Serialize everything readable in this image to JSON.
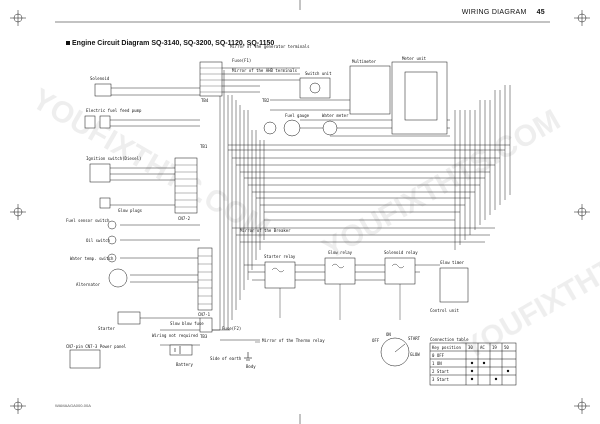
{
  "header": {
    "section": "WIRING DIAGRAM",
    "page": "45"
  },
  "title": "Engine Circuit Diagram SQ-3140, SQ-3200, SQ-1120, SQ-1150",
  "footer": "WAMAAGA000-00A",
  "watermark": "YOUFIXTHTS.COM",
  "components": {
    "solenoid": "Solenoid",
    "fuel_pump": "Electric fuel feed pump",
    "ignition": "Ignition switch(Diesel)",
    "glow_plug": "Glow plugs",
    "fuel_sensor": "Fuel sensor switch",
    "oil_switch": "Oil switch",
    "water_switch": "Water temp. switch",
    "alternator": "Alternator",
    "starter": "Starter",
    "battery": "Battery",
    "switch_unit": "Switch unit",
    "multi_meter": "Multimeter",
    "meter_unit": "Meter unit",
    "fuel_gauge": "Fuel gauge",
    "water_meter": "Water meter",
    "starter_relay": "Starter relay",
    "glow_relay": "Glow relay",
    "solenoid_relay": "Solenoid relay",
    "control_unit": "Control unit",
    "glow_timer": "Glow timer",
    "mirror_gen": "Mirror of the generator terminals",
    "mirror_ahb": "Mirror of the AHB terminals",
    "mirror_breaker": "Mirror of the Breaker",
    "mirror_thermo": "Mirror of the Thermo relay",
    "wiring_note": "Wiring not required",
    "panel": "CN7-pin CN7-3 Power panel",
    "side_earth": "Side of earth",
    "body": "Body",
    "fuse": "Fuse(F1)",
    "fuse2": "Fuse(F2)",
    "glow_fuse": "Slow blow fuse"
  },
  "connectors": [
    "CN7-1",
    "CN7-2",
    "TB1",
    "TB2",
    "TB3",
    "TB4"
  ],
  "key_labels": [
    "OFF",
    "ON",
    "START",
    "GLOW"
  ],
  "connection_table": {
    "title": "Connection table",
    "headers": [
      "Key position",
      "30",
      "AC",
      "19",
      "50"
    ],
    "rows": [
      "0 OFF",
      "1 ON",
      "2 Start",
      "3 Start"
    ]
  }
}
